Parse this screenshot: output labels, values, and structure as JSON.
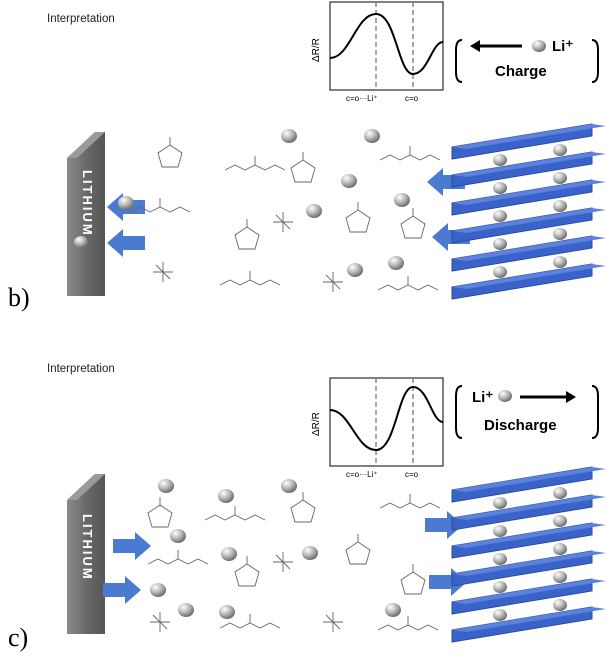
{
  "colors": {
    "plate": "#3a63c9",
    "plate_edge": "#2a4ba0",
    "arrow": "#4a7bd0",
    "electrode": "#6d6d6d",
    "sphere": "#9a9a9a"
  },
  "panels": [
    {
      "letter": "b)",
      "title": "Interpretation",
      "graph": {
        "ylabel": "ΔR/R",
        "tick_left": "c=o···Li⁺",
        "tick_right": "c=o"
      },
      "legend": {
        "ion": "Li⁺",
        "process": "Charge",
        "direction": "left"
      },
      "electrode_label": "LITHIUM"
    },
    {
      "letter": "c)",
      "title": "Interpretation",
      "graph": {
        "ylabel": "ΔR/R",
        "tick_left": "c=o···Li⁺",
        "tick_right": "c=o"
      },
      "legend": {
        "ion": "Li⁺",
        "process": "Discharge",
        "direction": "right"
      },
      "electrode_label": "LITHIUM"
    }
  ]
}
